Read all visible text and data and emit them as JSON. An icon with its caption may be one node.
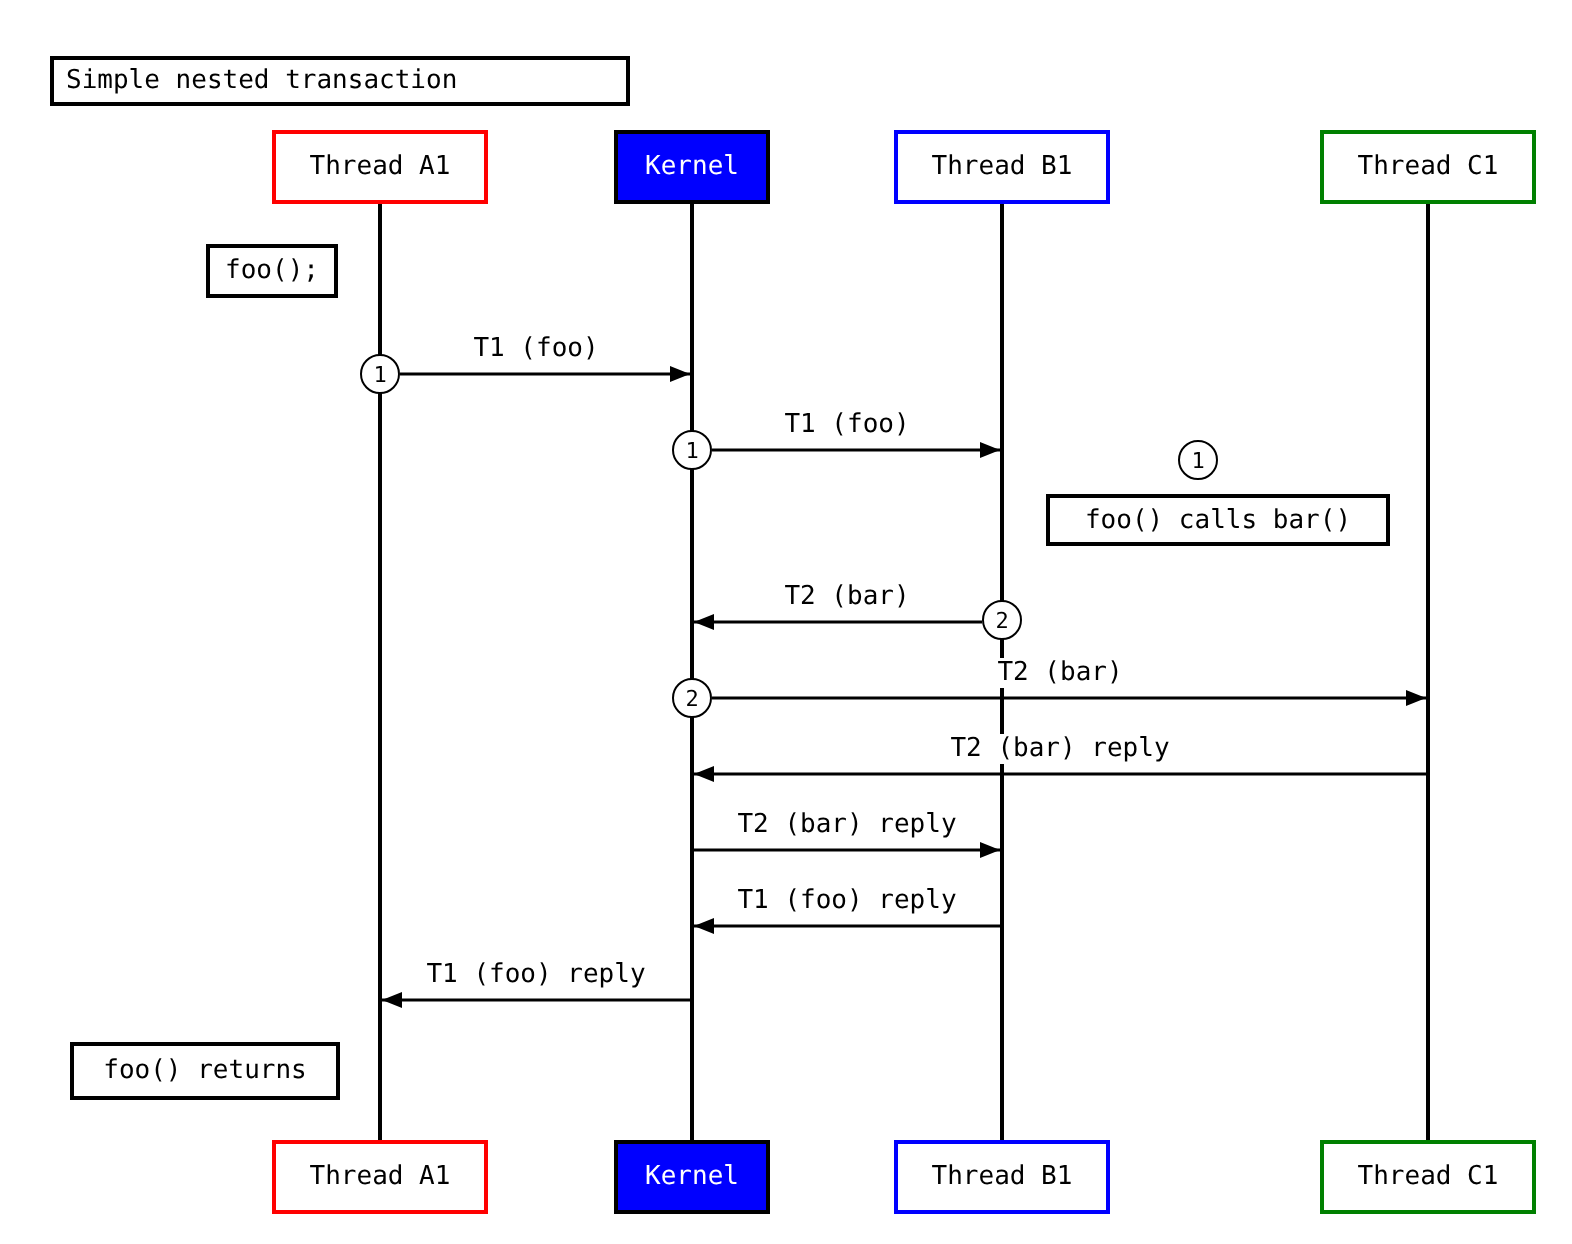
{
  "diagram": {
    "title": "Simple nested transaction",
    "nodes": [
      {
        "text": [
          "Thread A1"
        ]
      },
      {
        "text": [
          "Kernel"
        ]
      },
      {
        "text": [
          "Thread B1"
        ]
      },
      {
        "text": [
          "Thread C1"
        ]
      },
      {
        "text": [
          "Thread A1"
        ]
      },
      {
        "text": [
          "Kernel"
        ]
      },
      {
        "text": [
          "Thread B1"
        ]
      },
      {
        "text": [
          "Thread C1"
        ]
      },
      {
        "text": [],
        "shape": "bar"
      },
      {
        "text": [],
        "shape": "bar"
      },
      {
        "text": [],
        "shape": "bar"
      },
      {
        "text": [],
        "shape": "bar"
      },
      {
        "text": [
          "foo();"
        ]
      },
      {
        "text": [
          "foo() calls bar()"
        ]
      },
      {
        "text": [
          "foo() returns"
        ]
      },
      {
        "text": [
          "1"
        ]
      },
      {
        "text": [
          "1"
        ]
      },
      {
        "text": [
          "1"
        ]
      },
      {
        "text": [
          "2"
        ]
      },
      {
        "text": [
          "2"
        ]
      }
    ],
    "edges": [
      {
        "from": 15,
        "to": 9,
        "arrow": "to",
        "label": "T1 (foo)"
      },
      {
        "from": 16,
        "to": 10,
        "arrow": "to",
        "label": "T1 (foo)"
      },
      {
        "from": 18,
        "to": 9,
        "arrow": "to",
        "label": "T2 (bar)"
      },
      {
        "from": 19,
        "to": 11,
        "arrow": "to",
        "label": "T2 (bar)"
      },
      {
        "from": 11,
        "to": 9,
        "arrow": "to",
        "label": "T2 (bar) reply"
      },
      {
        "from": 9,
        "to": 10,
        "arrow": "to",
        "label": "T2 (bar) reply"
      },
      {
        "from": 10,
        "to": 9,
        "arrow": "to",
        "label": "T1 (foo) reply"
      },
      {
        "from": 9,
        "to": 8,
        "arrow": "to",
        "label": "T1 (foo) reply"
      }
    ]
  }
}
